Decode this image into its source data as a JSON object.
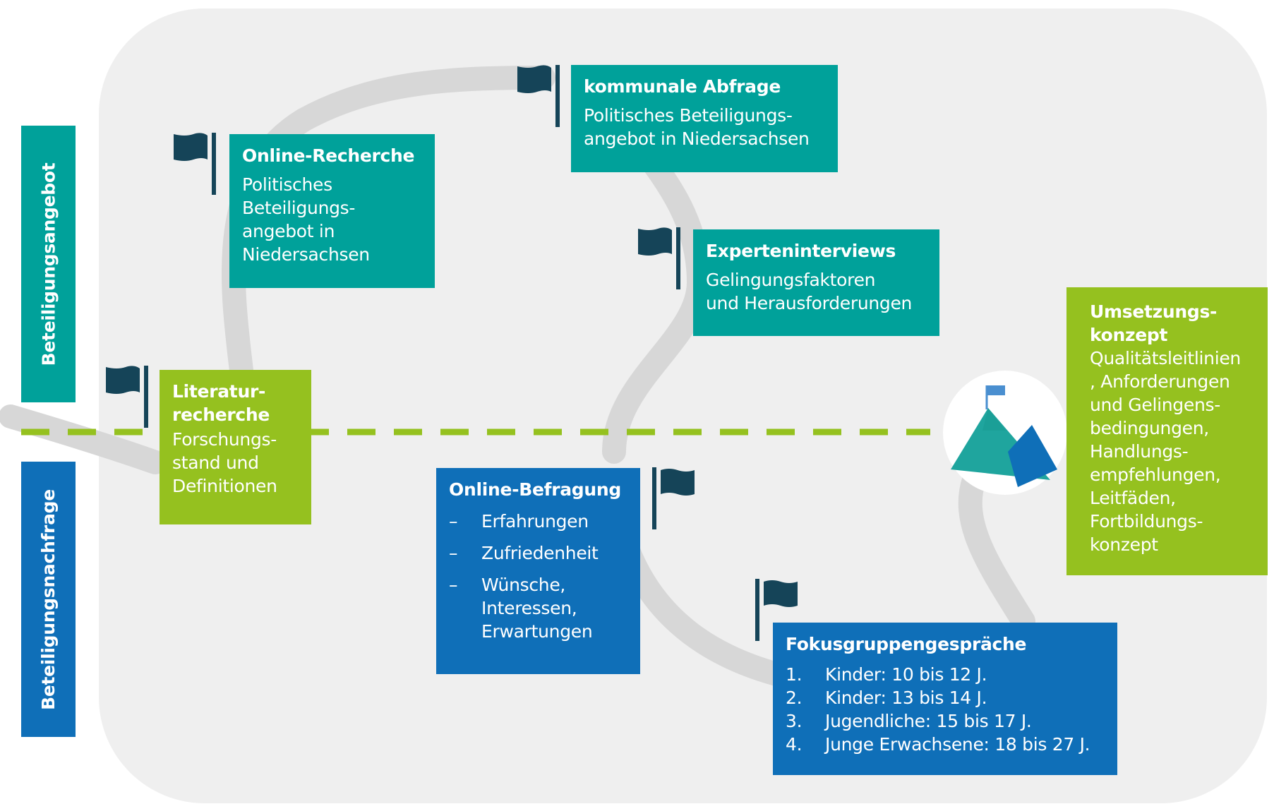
{
  "colors": {
    "teal": "#00a19a",
    "green": "#95c11f",
    "blue": "#0f6fb8",
    "path": "#d7d7d7",
    "background_panel": "#efefef",
    "flag": "#154458",
    "dashed_line": "#95c11f"
  },
  "sidebar": {
    "top_label": "Beteiligungsangebot",
    "bottom_label": "Beteiligungsnachfrage"
  },
  "stations": {
    "online_recherche": {
      "title": "Online-Recherche",
      "text": "Politisches\nBeteiligungs-\nangebot in\nNiedersachsen"
    },
    "kommunale_abfrage": {
      "title": "kommunale Abfrage",
      "text": "Politisches Beteiligungs-\nangebot in Niedersachsen"
    },
    "experteninterviews": {
      "title": "Experteninterviews",
      "text": "Gelingungsfaktoren\nund Herausforderungen"
    },
    "literaturrecherche": {
      "title": "Literatur-\nrecherche",
      "text": "Forschungs-\nstand und\nDefinitionen"
    },
    "online_befragung": {
      "title": "Online-Befragung",
      "items": [
        {
          "marker": "–",
          "text": "Erfahrungen"
        },
        {
          "marker": "–",
          "text": "Zufriedenheit"
        },
        {
          "marker": "–",
          "text": "Wünsche,\nInteressen,\nErwartungen"
        }
      ]
    },
    "fokusgruppen": {
      "title": "Fokusgruppengespräche",
      "items": [
        {
          "marker": "1.",
          "text": "Kinder: 10 bis 12 J."
        },
        {
          "marker": "2.",
          "text": "Kinder: 13 bis 14 J."
        },
        {
          "marker": "3.",
          "text": "Jugendliche: 15 bis 17 J."
        },
        {
          "marker": "4.",
          "text": "Junge Erwachsene: 18 bis 27 J."
        }
      ]
    },
    "umsetzungskonzept": {
      "title": "Umsetzungs-\nkonzept",
      "text": "Qualitätsleitlinien\n, Anforderungen\nund Gelingens-\nbedingungen,\nHandlungs-\nempfehlungen,\nLeitfäden,\nFortbildungs-\nkonzept"
    }
  },
  "icons": {
    "flag": "flag-icon",
    "goal": "mountain-summit-icon"
  }
}
